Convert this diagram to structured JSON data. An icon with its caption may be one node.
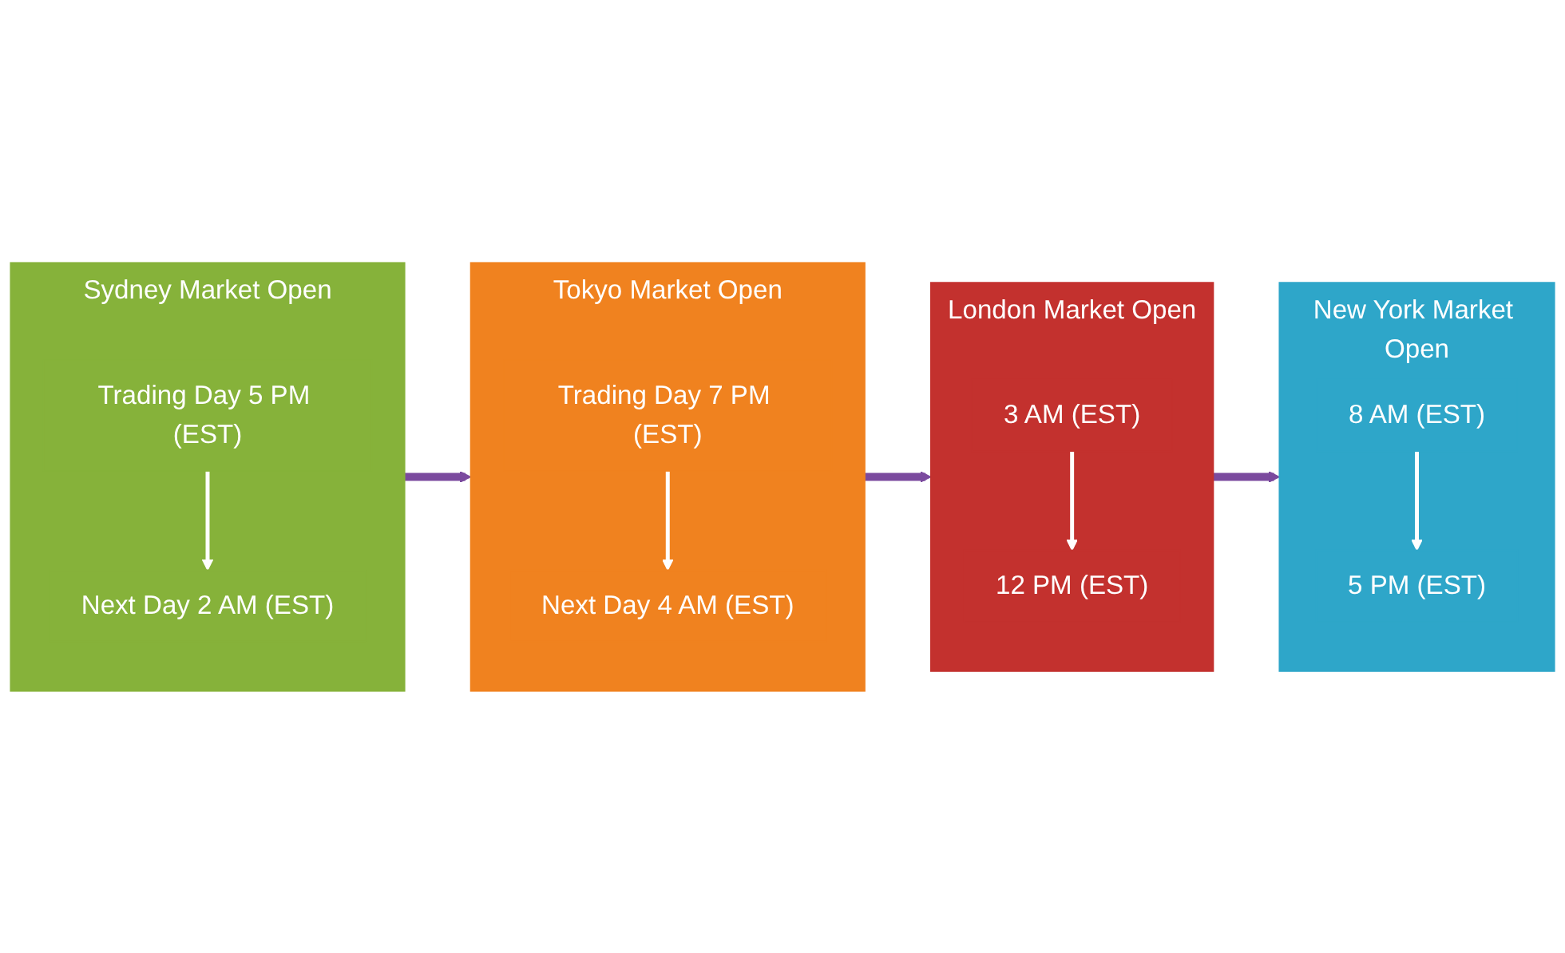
{
  "diagram": {
    "nodes": [
      {
        "text": [
          "Sydney Market Open"
        ]
      },
      {
        "text": [
          "Trading Day 5 PM (EST)"
        ],
        "in": 0
      },
      {
        "text": [
          "Next Day 2 AM (EST)"
        ],
        "in": 0
      },
      {
        "text": [
          "Tokyo Market Open"
        ]
      },
      {
        "text": [
          "Trading Day 7 PM (EST)"
        ],
        "in": 3
      },
      {
        "text": [
          "Next Day 4 AM (EST)"
        ],
        "in": 3
      },
      {
        "text": [
          "London Market Open"
        ]
      },
      {
        "text": [
          "3 AM (EST)"
        ],
        "in": 6
      },
      {
        "text": [
          "12 PM (EST)"
        ],
        "in": 6
      },
      {
        "text": [
          "New York Market Open"
        ]
      },
      {
        "text": [
          "8 AM (EST)"
        ],
        "in": 9
      },
      {
        "text": [
          "5 PM (EST)"
        ],
        "in": 9
      }
    ],
    "edges": [
      {
        "from": 1,
        "to": 2,
        "arrow": "to",
        "color": "#ffffff"
      },
      {
        "from": 0,
        "to": 3,
        "arrow": "to",
        "style": "thick",
        "color": "#7b4a9e"
      },
      {
        "from": 4,
        "to": 5,
        "arrow": "to",
        "color": "#ffffff"
      },
      {
        "from": 3,
        "to": 6,
        "arrow": "to",
        "style": "thick",
        "color": "#7b4a9e"
      },
      {
        "from": 7,
        "to": 8,
        "arrow": "to",
        "color": "#ffffff"
      },
      {
        "from": 6,
        "to": 9,
        "arrow": "to",
        "style": "thick",
        "color": "#7b4a9e"
      },
      {
        "from": 10,
        "to": 11,
        "arrow": "to",
        "color": "#ffffff"
      }
    ]
  }
}
